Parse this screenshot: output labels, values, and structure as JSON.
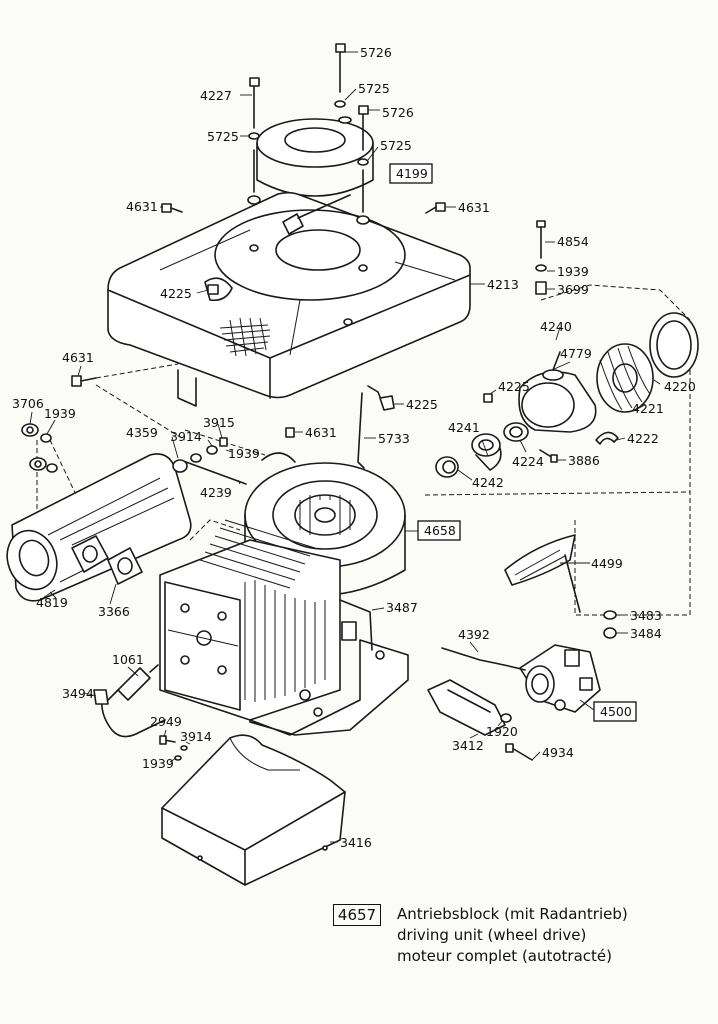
{
  "labels": {
    "l5726a": "5726",
    "l4227": "4227",
    "l5725a": "5725",
    "l5726b": "5726",
    "l5725b": "5725",
    "l5725c": "5725",
    "l4199": "4199",
    "l4631a": "4631",
    "l4631b": "4631",
    "l4854": "4854",
    "l1939a": "1939",
    "l3699": "3699",
    "l4213": "4213",
    "l4225a": "4225",
    "l4240": "4240",
    "l4779": "4779",
    "l4631c": "4631",
    "l4225b": "4225",
    "l4220": "4220",
    "l4221": "4221",
    "l4225c": "4225",
    "l3706": "3706",
    "l1939b": "1939",
    "l3915": "3915",
    "l4359": "4359",
    "l3914a": "3914",
    "l1939c": "1939",
    "l4631d": "4631",
    "l5733": "5733",
    "l4241": "4241",
    "l4222": "4222",
    "l4224": "4224",
    "l3886": "3886",
    "l4239": "4239",
    "l4242": "4242",
    "l4658": "4658",
    "l4499": "4499",
    "l4819": "4819",
    "l3366": "3366",
    "l3487": "3487",
    "l3483": "3483",
    "l3484": "3484",
    "l4392": "4392",
    "l1061": "1061",
    "l3494": "3494",
    "l4500": "4500",
    "l2949": "2949",
    "l3914b": "3914",
    "l1939d": "1939",
    "l1920": "1920",
    "l3412": "3412",
    "l4934": "4934",
    "l3416": "3416"
  },
  "legend": {
    "code": "4657",
    "line_de": "Antriebsblock (mit Radantrieb)",
    "line_en": "driving unit (wheel drive)",
    "line_fr": "moteur complet (autotracté)"
  }
}
